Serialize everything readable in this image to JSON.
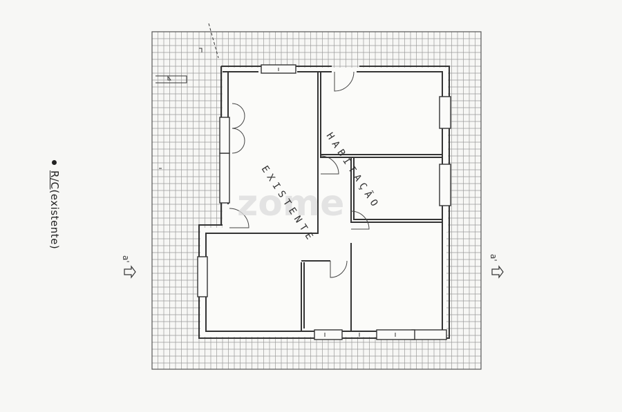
{
  "floor_label": {
    "title": "R/C",
    "subtitle": "(existente)"
  },
  "rooms": {
    "word1": "EXISTENTE",
    "word2": "HABITAÇÃO"
  },
  "section_markers": {
    "left": "a'",
    "right": "a'"
  },
  "watermark": "zome",
  "colors": {
    "line": "#3a3a3a",
    "grid": "#8c8c8c",
    "paper": "#f7f7f5",
    "watermark": "#d9d9d9"
  }
}
